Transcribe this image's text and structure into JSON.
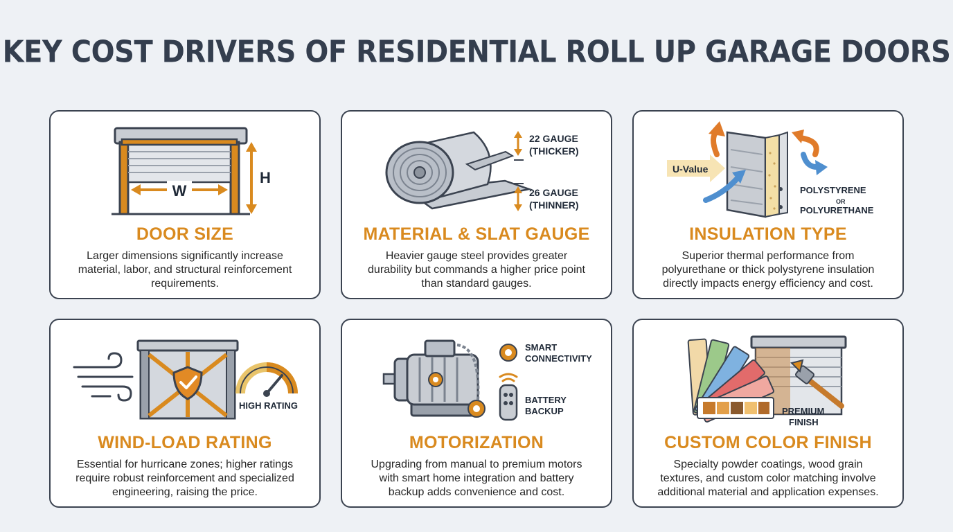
{
  "title": "KEY COST DRIVERS OF RESIDENTIAL ROLL UP GARAGE DOORS",
  "cards": [
    {
      "heading": "DOOR SIZE",
      "text": "Larger dimensions significantly increase material, labor, and structural reinforcement requirements.",
      "labels": {
        "width": "W",
        "height": "H"
      }
    },
    {
      "heading": "MATERIAL & SLAT GAUGE",
      "text": "Heavier gauge steel provides greater durability but commands a higher price point than standard gauges.",
      "labels": {
        "gauge_thick_1": "22 GAUGE",
        "gauge_thick_2": "(THICKER)",
        "gauge_thin_1": "26 GAUGE",
        "gauge_thin_2": "(THINNER)"
      }
    },
    {
      "heading": "INSULATION TYPE",
      "text": "Superior thermal performance from polyurethane or thick polystyrene insulation directly impacts energy efficiency and cost.",
      "labels": {
        "u_value": "U-Value",
        "material_1": "POLYSTYRENE",
        "or": "OR",
        "material_2": "POLYURETHANE"
      }
    },
    {
      "heading": "WIND-LOAD RATING",
      "text": "Essential for hurricane zones; higher ratings require robust reinforcement and specialized engineering, raising the price.",
      "labels": {
        "rating": "HIGH RATING"
      }
    },
    {
      "heading": "MOTORIZATION",
      "text": "Upgrading from manual to premium motors with smart home integration and battery backup adds convenience and cost.",
      "labels": {
        "smart_1": "SMART",
        "smart_2": "CONNECTIVITY",
        "battery_1": "BATTERY",
        "battery_2": "BACKUP"
      }
    },
    {
      "heading": "CUSTOM COLOR FINISH",
      "text": "Specialty powder coatings, wood grain textures, and custom color matching involve additional material and application expenses.",
      "labels": {
        "finish_1": "PREMIUM",
        "finish_2": "FINISH"
      }
    }
  ],
  "colors": {
    "accent": "#d98a1f",
    "outline": "#3b4350",
    "title": "#343e4e",
    "steel": "#b9bfc8",
    "blue": "#4f8fcf"
  }
}
